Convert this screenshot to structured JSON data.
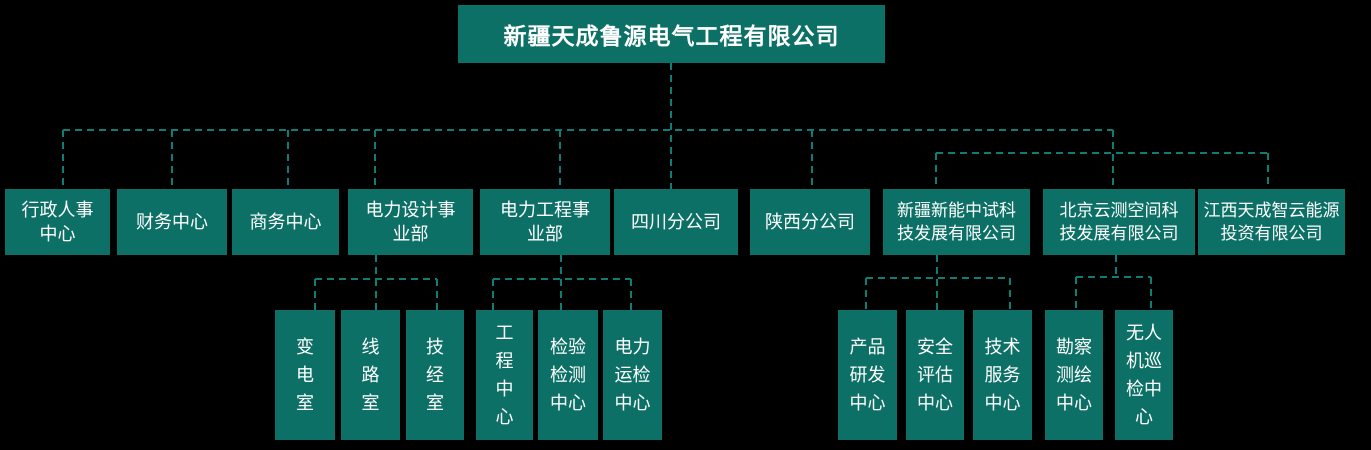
{
  "colors": {
    "background": "#000000",
    "box_fill": "#0c7066",
    "connector": "#0e7e74",
    "text": "#ffffff"
  },
  "org": {
    "root": {
      "label": "新疆天成鲁源电气工程有限公司"
    },
    "level2": [
      {
        "label": "行政人事\n中心"
      },
      {
        "label": "财务中心"
      },
      {
        "label": "商务中心"
      },
      {
        "label": "电力设计事\n业部"
      },
      {
        "label": "电力工程事\n业部"
      },
      {
        "label": "四川分公司"
      },
      {
        "label": "陕西分公司"
      },
      {
        "label": "新疆新能中试科\n技发展有限公司"
      },
      {
        "label": "北京云测空间科\n技发展有限公司"
      },
      {
        "label": "江西天成智云能源\n投资有限公司"
      }
    ],
    "level3": [
      {
        "label": "变\n电\n室",
        "parent": "电力设计事业部"
      },
      {
        "label": "线\n路\n室",
        "parent": "电力设计事业部"
      },
      {
        "label": "技\n经\n室",
        "parent": "电力设计事业部"
      },
      {
        "label": "工\n程\n中\n心",
        "parent": "电力工程事业部"
      },
      {
        "label": "检验\n检测\n中心",
        "parent": "电力工程事业部"
      },
      {
        "label": "电力\n运检\n中心",
        "parent": "电力工程事业部"
      },
      {
        "label": "产品\n研发\n中心",
        "parent": "新疆新能中试科技发展有限公司"
      },
      {
        "label": "安全\n评估\n中心",
        "parent": "新疆新能中试科技发展有限公司"
      },
      {
        "label": "技术\n服务\n中心",
        "parent": "新疆新能中试科技发展有限公司"
      },
      {
        "label": "勘察\n测绘\n中心",
        "parent": "北京云测空间科技发展有限公司"
      },
      {
        "label": "无人\n机巡\n检中\n心",
        "parent": "北京云测空间科技发展有限公司"
      }
    ]
  }
}
